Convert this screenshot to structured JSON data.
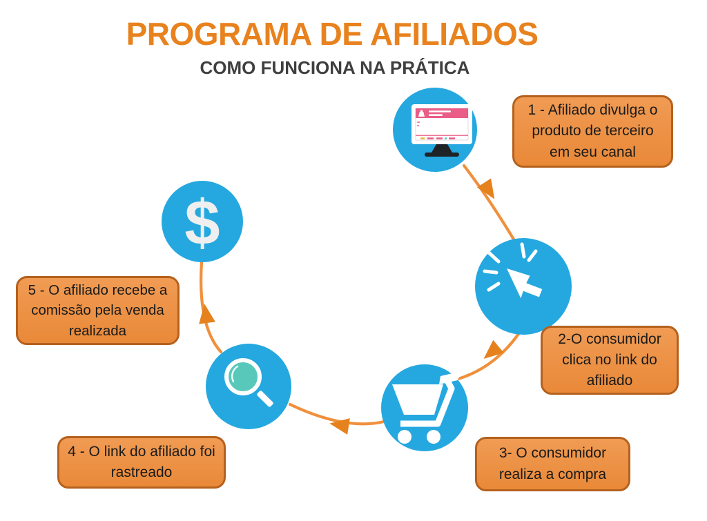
{
  "header": {
    "title": "PROGRAMA DE AFILIADOS",
    "subtitle": "COMO FUNCIONA NA PRÁTICA"
  },
  "steps": [
    {
      "number": 1,
      "icon": "monitor-icon",
      "label": "1 - Afiliado divulga o produto de terceiro em seu canal"
    },
    {
      "number": 2,
      "icon": "cursor-click-icon",
      "label": "2-O consumidor clica no link do afiliado"
    },
    {
      "number": 3,
      "icon": "shopping-cart-icon",
      "label": "3- O consumidor realiza a compra"
    },
    {
      "number": 4,
      "icon": "magnifier-icon",
      "label": "4 - O link do afiliado foi rastreado"
    },
    {
      "number": 5,
      "icon": "dollar-sign-icon",
      "label": "5 - O afiliado recebe a comissão pela venda realizada"
    }
  ],
  "icons": {
    "dollar_symbol": "$"
  },
  "colors": {
    "title_orange": "#E8821E",
    "subtitle_gray": "#3F3F3F",
    "circle_blue": "#25A8E0",
    "box_fill_top": "#F09B54",
    "box_fill_bottom": "#E98938",
    "box_border": "#B4611E",
    "arrow_orange": "#F0903C",
    "arrowhead_orange": "#E5821D",
    "screen_pink": "#E95D86",
    "lens_teal": "#57C8BA",
    "text_black": "#1A1A1A"
  }
}
